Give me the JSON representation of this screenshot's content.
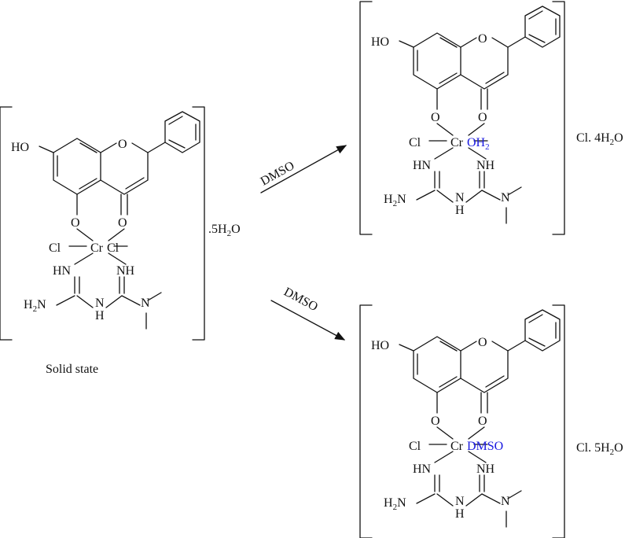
{
  "complexes": [
    {
      "id": "solid",
      "ligand_label": "Cl",
      "ligand_color": "#111111",
      "hydrate": ".5H",
      "hydrate_sub": "2",
      "hydrate_tail": "O",
      "caption": "Solid state"
    },
    {
      "id": "aqua",
      "ligand_label": "OH",
      "ligand_sub": "2",
      "ligand_color": "#1a1ae0",
      "hydrate": "Cl. 4H",
      "hydrate_sub": "2",
      "hydrate_tail": "O"
    },
    {
      "id": "dmso",
      "ligand_label": "DMSO",
      "ligand_color": "#1a1ae0",
      "hydrate": "Cl. 5H",
      "hydrate_sub": "2",
      "hydrate_tail": "O"
    }
  ],
  "atoms": {
    "ho": "HO",
    "ring_o": "O",
    "carbonyl_o": "O",
    "phenol_o": "O",
    "metal": "Cr",
    "cl": "Cl",
    "hn_left": "HN",
    "nh_right": "NH",
    "amine": "H",
    "amine_sub": "2",
    "amine_n": "N",
    "ring_nh": "N",
    "ring_h": "H",
    "dimethyl_n": "N"
  },
  "arrows": [
    {
      "label": "DMSO"
    },
    {
      "label": "DMSO"
    }
  ]
}
